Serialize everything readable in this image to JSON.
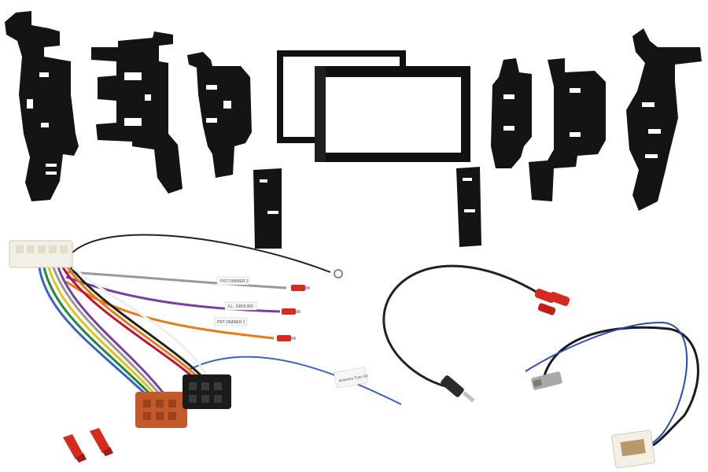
{
  "image": {
    "background": "#ffffff",
    "colors": {
      "bracket": "#141414",
      "bracket_edge": "#2a2a2a",
      "frame": "#111111",
      "connector_white": "#f2efe6",
      "connector_iso_orange": "#c45a2a",
      "connector_iso_black": "#1b1b1b",
      "spade_red": "#d62a1e",
      "antenna_blue": "#2a49b8",
      "wire_colors": [
        "#1d8a3a",
        "#e6c21a",
        "#7a3fa0",
        "#9a9a9a",
        "#e87a1a",
        "#c8102e",
        "#3a63c8",
        "#ffffff",
        "#222222"
      ]
    },
    "wire_labels": [
      {
        "text": "PRT DIMMER 2"
      },
      {
        "text": "ILL. GROUND"
      },
      {
        "text": "PRT DIMMER 1"
      },
      {
        "text": "Antenna Turn On"
      }
    ]
  }
}
